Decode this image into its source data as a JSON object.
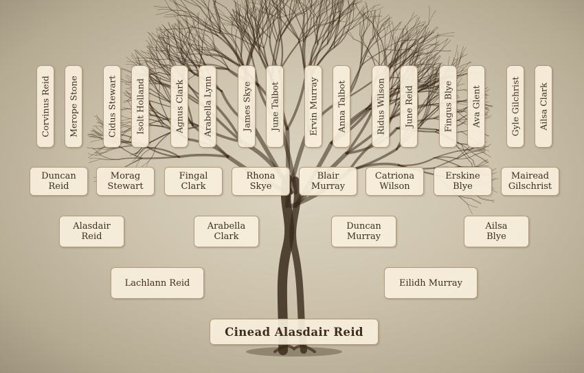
{
  "root": {
    "name": "Cinead Alasdair Reid"
  },
  "parents": [
    "Lachlann Reid",
    "Eilidh Murray"
  ],
  "grandparents": [
    [
      "Alasdair",
      "Reid"
    ],
    [
      "Arabella",
      "Clark"
    ],
    [
      "Duncan",
      "Murray"
    ],
    [
      "Ailsa",
      "Blye"
    ]
  ],
  "great_grandparents": [
    [
      "Duncan",
      "Reid"
    ],
    [
      "Morag",
      "Stewart"
    ],
    [
      "Fingal",
      "Clark"
    ],
    [
      "Rhona",
      "Skye"
    ],
    [
      "Blair",
      "Murray"
    ],
    [
      "Catriona",
      "Wilson"
    ],
    [
      "Erskine",
      "Blye"
    ],
    [
      "Mairead",
      "Gilschrist"
    ]
  ],
  "great_great_grandparents": [
    "Corvinus Reid",
    "Merope Stone",
    "Cidus Stewart",
    "Isolt Holland",
    "Agnus Clark",
    "Arabella Lynn",
    "James Skye",
    "June Talbot",
    "Ervin Murray",
    "Anna Talbot",
    "Ridus Wilson",
    "June Reid",
    "Fingus Blye",
    "Ava Glent",
    "Gyle Gilchrist",
    "Ailsa Clark"
  ],
  "colors": {
    "background": "#cdc3ad",
    "tree_ink": "#3a2a1b",
    "box_fill": "#f8eedc",
    "box_border": "#b39c7c",
    "text": "#3e2c1d"
  }
}
